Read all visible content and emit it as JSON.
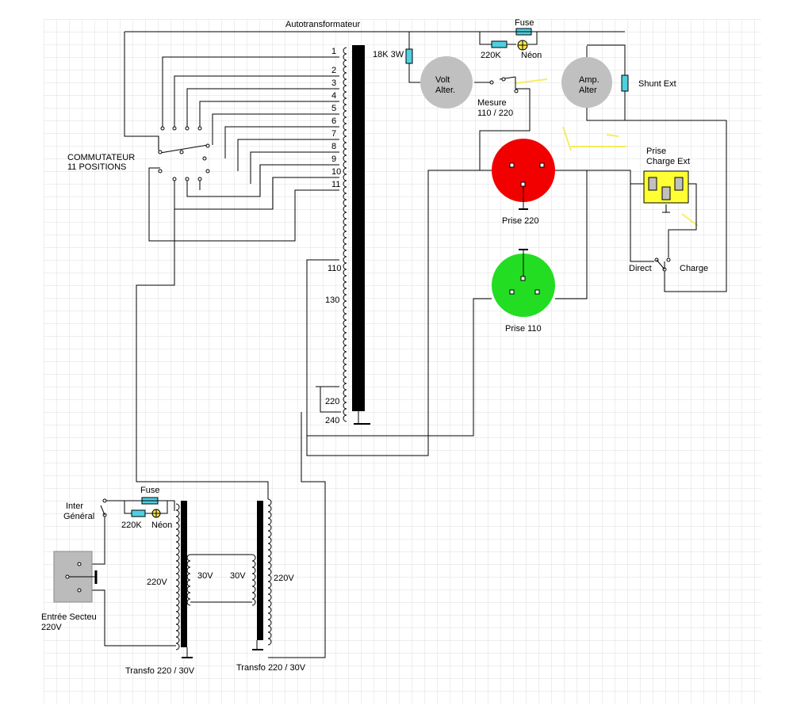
{
  "title": "Autotransformateur",
  "commutateur": {
    "line1": "COMMUTATEUR",
    "line2": "11 POSITIONS"
  },
  "tap_numbers": [
    "1",
    "2",
    "3",
    "4",
    "5",
    "6",
    "7",
    "8",
    "9",
    "10",
    "11"
  ],
  "taps_lower": {
    "t110": "110",
    "t130": "130",
    "t220": "220",
    "t240": "240"
  },
  "top_fuse": {
    "fuse": "Fuse",
    "resistor": "220K",
    "neon": "Néon"
  },
  "r18k": "18K 3W",
  "volt_meter": {
    "line1": "Volt",
    "line2": "Alter."
  },
  "amp_meter": {
    "line1": "Amp.",
    "line2": "Alter"
  },
  "mesure": {
    "line1": "Mesure",
    "line2": "110 / 220"
  },
  "shunt": "Shunt Ext",
  "prise_charge": {
    "line1": "Prise",
    "line2": "Charge Ext"
  },
  "direct": "Direct",
  "charge": "Charge",
  "prise220": "Prise 220",
  "prise110": "Prise 110",
  "inter": {
    "line1": "Inter",
    "line2": "Général"
  },
  "bottom_fuse": {
    "fuse": "Fuse",
    "resistor": "220K",
    "neon": "Néon"
  },
  "entree": {
    "line1": "Entrée Secteu",
    "line2": "220V"
  },
  "transfo1": {
    "label": "Transfo 220 / 30V",
    "primary": "220V",
    "secondary": "30V"
  },
  "transfo2": {
    "label": "Transfo 220 / 30V",
    "primary": "30V",
    "secondary": "220V"
  },
  "colors": {
    "grid": "#d9d9d9",
    "wire": "#000000",
    "meter": "#c0c0c0",
    "resistor": "#4fd0e0",
    "neon": "#ffe94a",
    "prise220": "#f20000",
    "prise110": "#22dd22",
    "charge_socket": "#ffff33",
    "entree_box": "#bbbbbb"
  }
}
